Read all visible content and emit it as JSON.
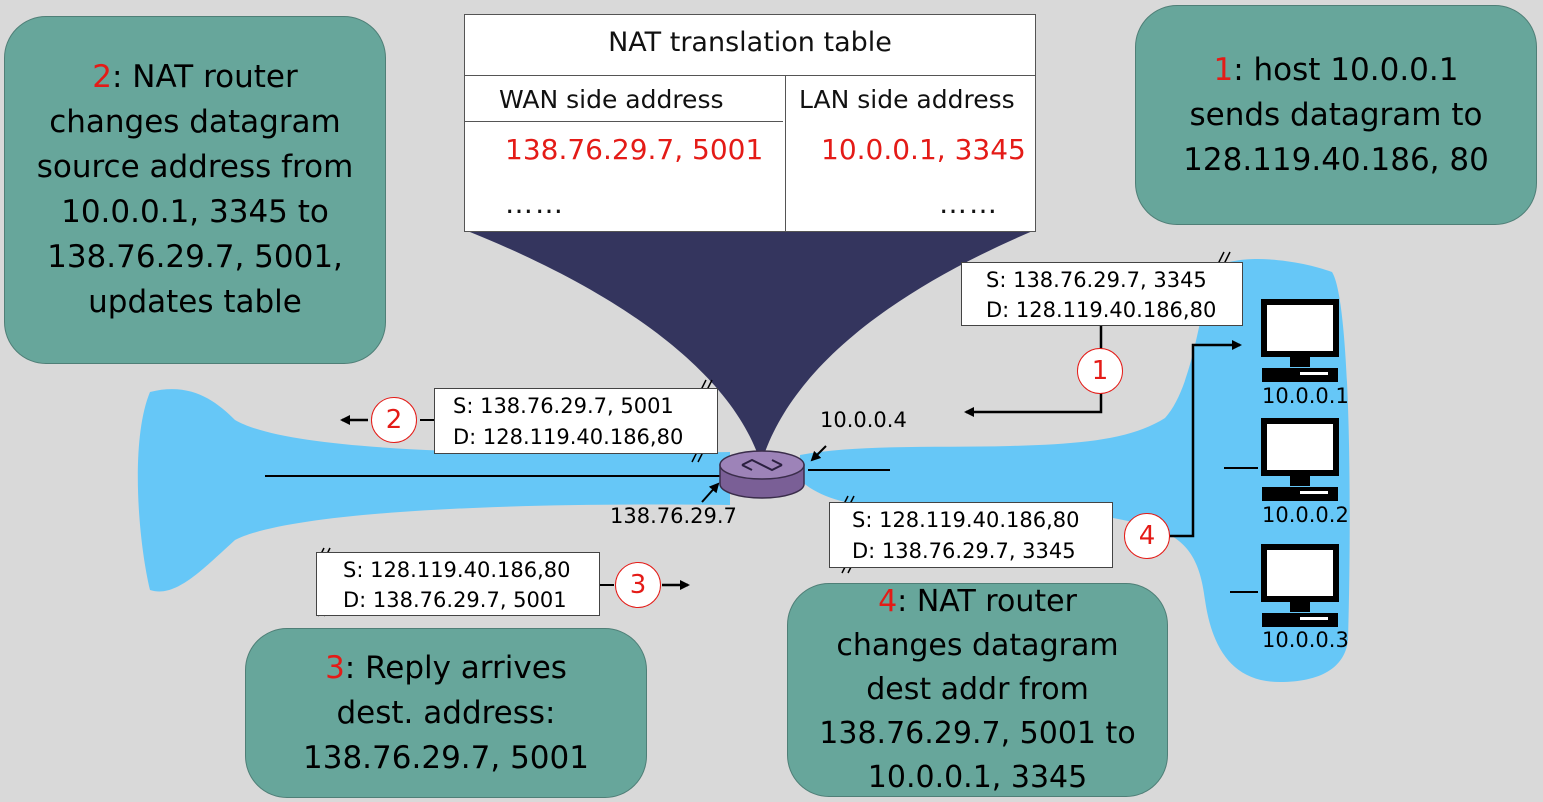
{
  "callouts": {
    "c1": {
      "num": "1",
      "lines": [
        ": host 10.0.0.1",
        "sends datagram to",
        "128.119.40.186, 80"
      ]
    },
    "c2": {
      "num": "2",
      "lines": [
        ": NAT router",
        "changes datagram",
        "source address from",
        "10.0.0.1, 3345 to",
        "138.76.29.7, 5001,",
        "updates table"
      ]
    },
    "c3": {
      "num": "3",
      "lines": [
        ": Reply arrives",
        "dest. address:",
        "138.76.29.7, 5001"
      ]
    },
    "c4": {
      "num": "4",
      "lines": [
        ": NAT router",
        "changes datagram",
        "dest addr from",
        "138.76.29.7, 5001 to",
        "10.0.0.1, 3345"
      ]
    }
  },
  "nat_table": {
    "title": "NAT translation table",
    "wan_header": "WAN side address",
    "lan_header": "LAN side address",
    "wan_value": "138.76.29.7, 5001",
    "lan_value": "10.0.0.1, 3345",
    "wan_more": "……",
    "lan_more": "……"
  },
  "packets": {
    "p1": {
      "src": "S: 138.76.29.7, 3345",
      "dst": "D: 128.119.40.186,80"
    },
    "p2": {
      "src": "S: 138.76.29.7, 5001",
      "dst": "D: 128.119.40.186,80"
    },
    "p3": {
      "src": "S: 128.119.40.186,80",
      "dst": "D:  138.76.29.7, 5001"
    },
    "p4": {
      "src": "S: 128.119.40.186,80",
      "dst": "D: 138.76.29.7, 3345"
    }
  },
  "steps": {
    "s1": "1",
    "s2": "2",
    "s3": "3",
    "s4": "4"
  },
  "addresses": {
    "router_lan": "10.0.0.4",
    "router_wan": "138.76.29.7",
    "host1": "10.0.0.1",
    "host2": "10.0.0.2",
    "host3": "10.0.0.3"
  },
  "colors": {
    "callout": "#67a69b",
    "network": "#66c7f7",
    "table_funnel": "#34355e",
    "router": "#8b6fa5",
    "highlight": "#e41b17"
  }
}
